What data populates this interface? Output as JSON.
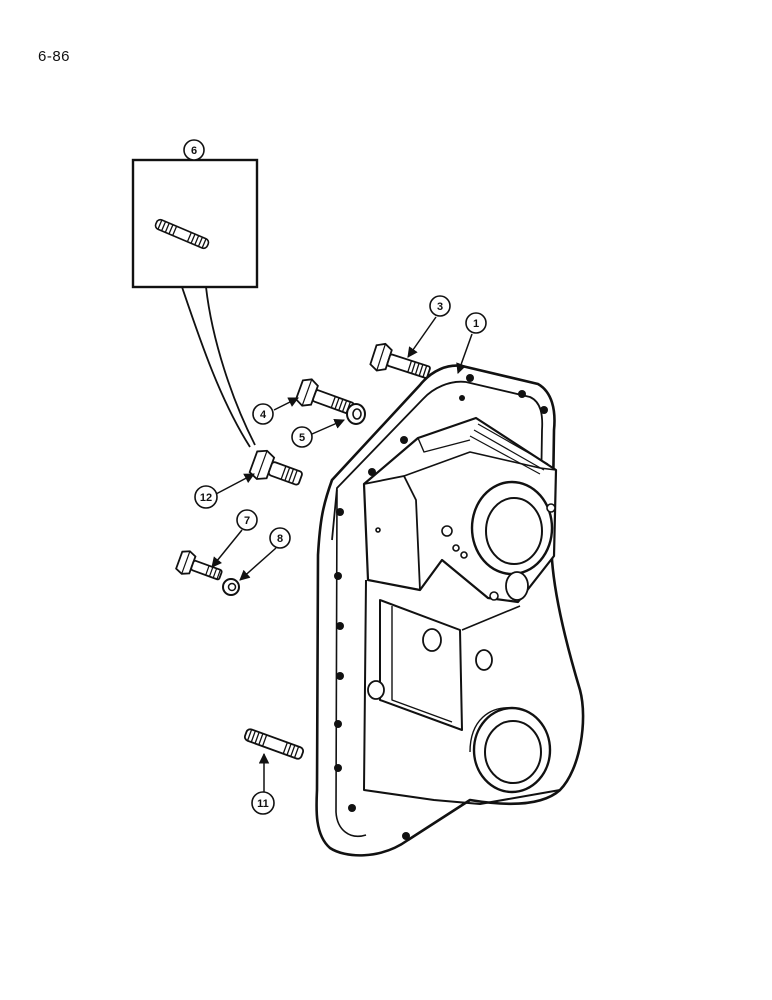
{
  "page": {
    "number": "6-86"
  },
  "callouts": {
    "c1": "1",
    "c3": "3",
    "c4": "4",
    "c5": "5",
    "c6": "6",
    "c7": "7",
    "c8": "8",
    "c11": "11",
    "c12": "12"
  },
  "colors": {
    "ink": "#111111",
    "paper": "#ffffff"
  }
}
